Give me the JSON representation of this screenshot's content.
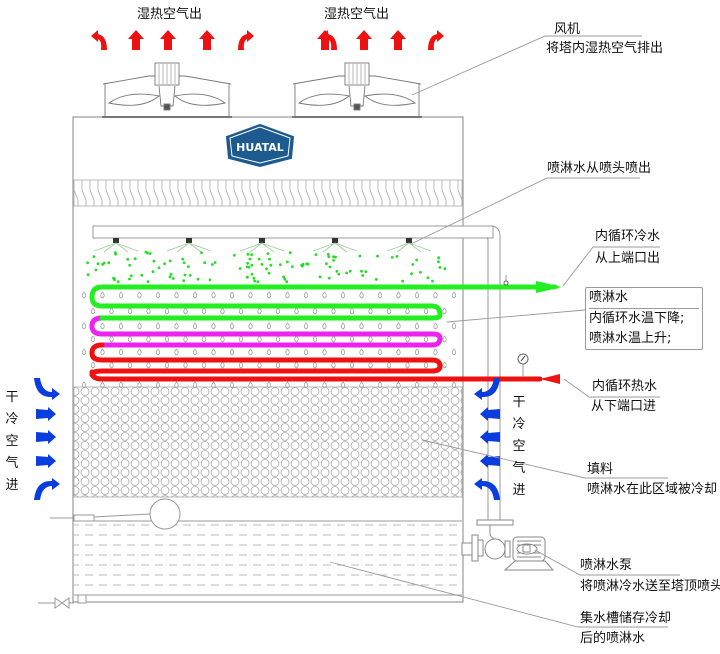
{
  "title": "闭式冷却塔工作原理",
  "brand": {
    "logo_text": "HUATAL",
    "logo_color": "#1d5a8f",
    "logo_accent": "#f5a623"
  },
  "colors": {
    "hot_air": "#ee1111",
    "cold_air": "#0a3de0",
    "cold_water_pipe": "#22ee22",
    "mid_water_pipe": "#ee22ee",
    "hot_water_pipe": "#ee1111",
    "spray_droplets": "#22dd22",
    "outline": "#999999"
  },
  "labels": {
    "hot_air_out_left": "湿热空气出",
    "hot_air_out_right": "湿热空气出",
    "fan_title": "风机",
    "fan_desc": "将塔内湿热空气排出",
    "spray_desc": "喷淋水从喷头喷出",
    "cold_out_title": "内循环冷水",
    "cold_out_desc": "从上端口出",
    "coil_box_title": "喷淋水",
    "coil_box_line1": "内循环水温下降;",
    "coil_box_line2": "喷淋水温上升;",
    "hot_in_title": "内循环热水",
    "hot_in_desc": "从下端口进",
    "dry_air_left": "干冷空气进",
    "dry_air_right": "干冷空气进",
    "fill_title": "填料",
    "fill_desc": "喷淋水在此区域被冷却",
    "pump_title": "喷淋水泵",
    "pump_desc": "将喷淋冷水送至塔顶喷头",
    "basin_line1": "集水槽储存冷却",
    "basin_line2": "后的喷淋水"
  },
  "components": {
    "fans": [
      "fan-left",
      "fan-right"
    ],
    "spray_nozzles": 5,
    "coil_passes": [
      {
        "name": "coil-pass-1",
        "color": "green"
      },
      {
        "name": "coil-pass-2",
        "color": "green"
      },
      {
        "name": "coil-pass-3",
        "color": "magenta"
      },
      {
        "name": "coil-pass-4",
        "color": "magenta"
      },
      {
        "name": "coil-pass-5",
        "color": "red"
      },
      {
        "name": "coil-pass-6",
        "color": "red"
      }
    ]
  }
}
